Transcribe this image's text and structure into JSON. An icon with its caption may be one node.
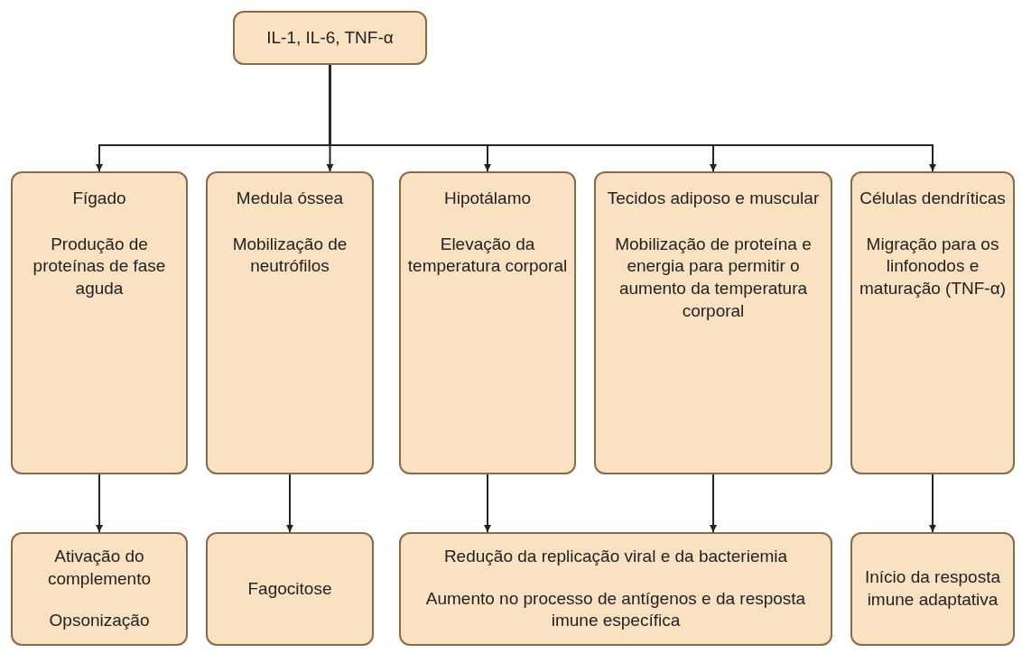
{
  "diagram": {
    "nodes": [
      {
        "text": [
          "IL-1, IL-6, TNF-α"
        ]
      },
      {
        "text": [
          "Fígado",
          "Produção de proteínas de fase aguda"
        ]
      },
      {
        "text": [
          "Medula óssea",
          "Mobilização de neutrófilos"
        ]
      },
      {
        "text": [
          "Hipotálamo",
          "Elevação da temperatura corporal"
        ]
      },
      {
        "text": [
          "Tecidos adiposo e muscular",
          "Mobilização de proteína e energia para permitir o aumento da temperatura corporal"
        ]
      },
      {
        "text": [
          "Células dendríticas",
          "Migração para os linfonodos e maturação (TNF-α)"
        ]
      },
      {
        "text": [
          "Ativação do complemento",
          "Opsonização"
        ]
      },
      {
        "text": [
          "Fagocitose"
        ]
      },
      {
        "text": [
          "Redução da replicação viral e da bacteriemia",
          "Aumento no processo de antígenos e da resposta imune específica"
        ]
      },
      {
        "text": [
          "Início da resposta imune adaptativa"
        ]
      }
    ],
    "edges": [
      {
        "from": 0,
        "to": 1,
        "arrow": "to"
      },
      {
        "from": 0,
        "to": 2,
        "arrow": "to"
      },
      {
        "from": 0,
        "to": 3,
        "arrow": "to"
      },
      {
        "from": 0,
        "to": 4,
        "arrow": "to"
      },
      {
        "from": 0,
        "to": 5,
        "arrow": "to"
      },
      {
        "from": 1,
        "to": 6,
        "arrow": "to"
      },
      {
        "from": 2,
        "to": 7,
        "arrow": "to"
      },
      {
        "from": 3,
        "to": 8,
        "arrow": "to"
      },
      {
        "from": 4,
        "to": 8,
        "arrow": "to"
      },
      {
        "from": 5,
        "to": 9,
        "arrow": "to"
      }
    ]
  }
}
